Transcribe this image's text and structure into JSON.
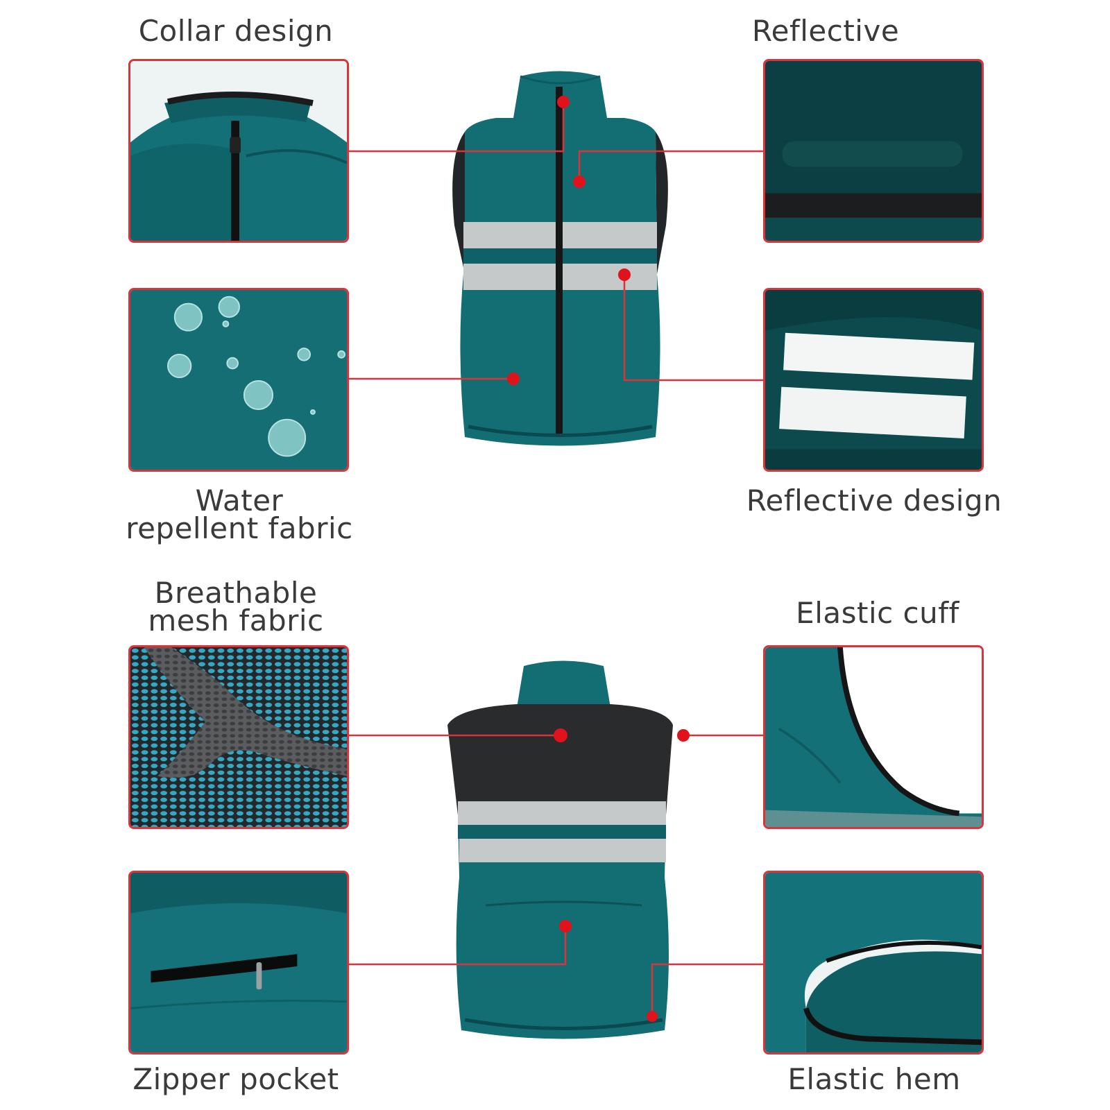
{
  "labels": {
    "collar_design": "Collar design",
    "reflective": "Reflective",
    "water_repellent": "Water\nrepellent fabric",
    "reflective_design": "Reflective design",
    "breathable_mesh": "Breathable\nmesh fabric",
    "elastic_cuff": "Elastic cuff",
    "zipper_pocket": "Zipper pocket",
    "elastic_hem": "Elastic hem"
  },
  "colors": {
    "accent_red": "#d8343a",
    "vest_teal": "#136e74",
    "vest_dark_teal": "#0d5a60",
    "mesh_black": "#2a2b2d",
    "reflective_gray": "#c8cbcb"
  }
}
